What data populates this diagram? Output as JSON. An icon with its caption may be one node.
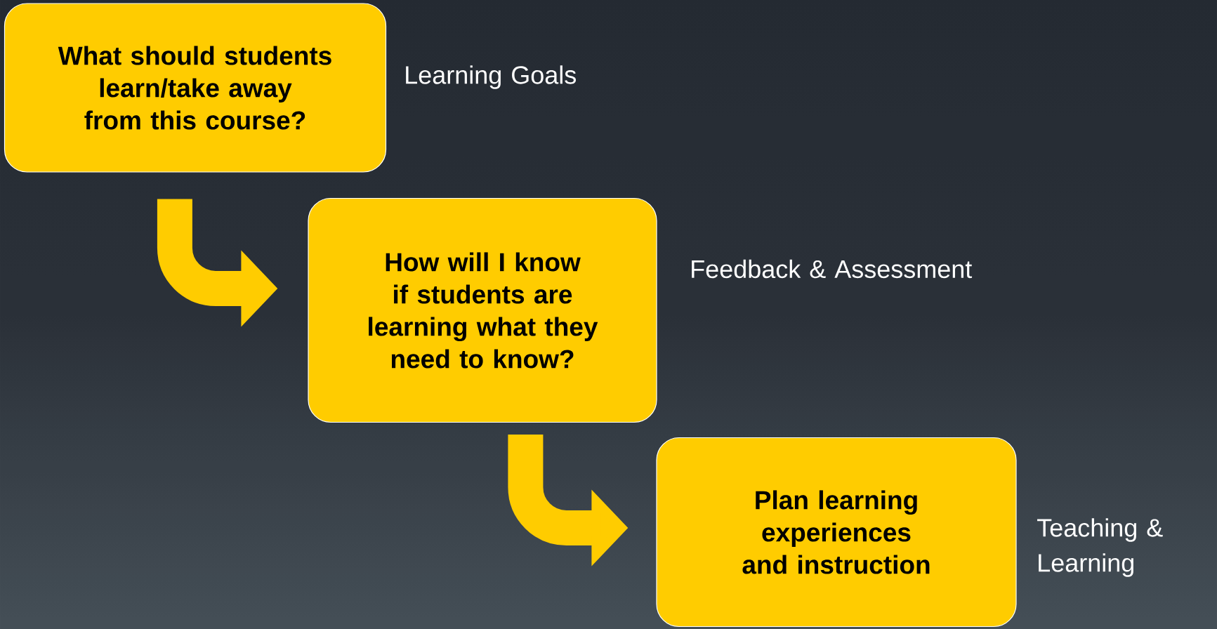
{
  "diagram": {
    "nodes": [
      {
        "text": [
          "What should students learn/take away from this course?"
        ],
        "beside": [
          "Learning Goals"
        ]
      },
      {
        "text": [
          "How will I know if students are learning what they need to know?"
        ],
        "beside": [
          "Feedback & Assessment"
        ]
      },
      {
        "text": [
          "Plan learning experiences and instruction"
        ],
        "beside": [
          "Teaching & Learning"
        ]
      }
    ],
    "edges": [
      {
        "from": 0,
        "to": 1,
        "arrow": "to"
      },
      {
        "from": 1,
        "to": 2,
        "arrow": "to"
      }
    ]
  }
}
